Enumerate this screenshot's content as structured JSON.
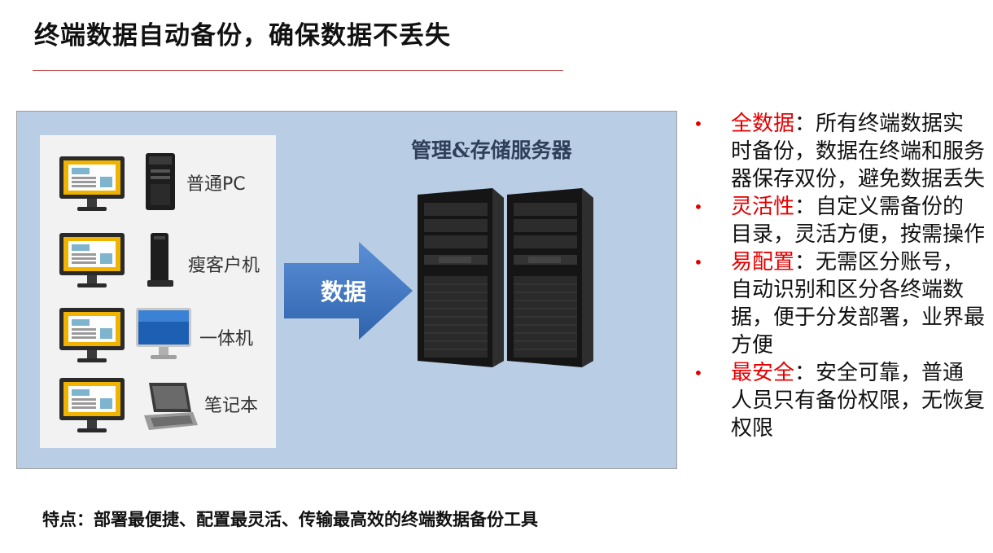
{
  "title": "终端数据自动备份，确保数据不丢失",
  "diagram": {
    "server_caption": "管理&存储服务器",
    "arrow_label": "数据",
    "terminals": [
      {
        "label": "普通PC",
        "icon": "tower-pc-icon"
      },
      {
        "label": "瘦客户机",
        "icon": "thin-client-icon"
      },
      {
        "label": "一体机",
        "icon": "all-in-one-icon"
      },
      {
        "label": "笔记本",
        "icon": "laptop-icon"
      }
    ]
  },
  "features": [
    {
      "key": "全数据",
      "sep": "：",
      "text": "所有终端数据实时备份，数据在终端和服务器保存双份，避免数据丢失"
    },
    {
      "key": "灵活性",
      "sep": "：",
      "text": "自定义需备份的目录，灵活方便，按需操作"
    },
    {
      "key": "易配置",
      "sep": "：",
      "text": "无需区分账号，自动识别和区分各终端数据，便于分发部署，业界最方便"
    },
    {
      "key": "最安全",
      "sep": "：",
      "text": "安全可靠，普通人员只有备份权限，无恢复权限"
    }
  ],
  "bullet_char": "•",
  "footer": "特点：部署最便捷、配置最灵活、传输最高效的终端数据备份工具",
  "colors": {
    "accent_red": "#e60000",
    "diagram_bg": "#b9cde4",
    "arrow_blue": "#3f77c2"
  }
}
